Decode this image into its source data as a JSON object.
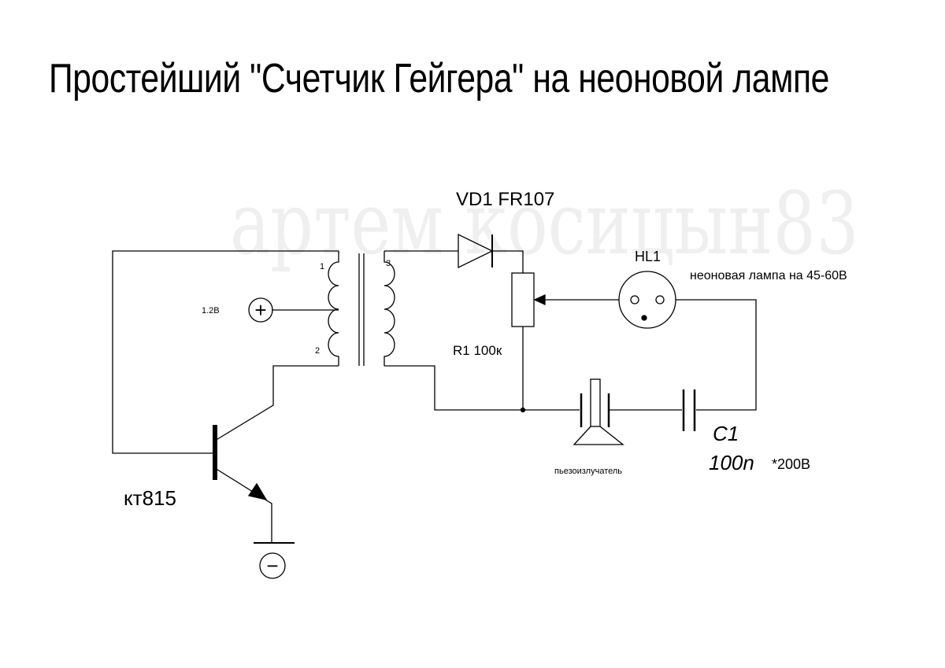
{
  "title": "Простейший \"Счетчик Гейгера\" на неоновой лампе",
  "watermark": "артем косицын83",
  "labels": {
    "diode": "VD1  FR107",
    "lamp_ref": "HL1",
    "lamp_desc": "неоновая лампа на 45-60В",
    "resistor": "R1 100к",
    "supply_voltage": "1.2В",
    "pin1": "1",
    "pin2": "2",
    "pin3": "3",
    "transistor": "кт815",
    "piezo": "пьезоизлучатель",
    "cap_ref": "C1",
    "cap_value": "100n",
    "cap_rating": "*200В"
  },
  "symbols": {
    "plus_terminal": "+",
    "minus_terminal": "−"
  }
}
